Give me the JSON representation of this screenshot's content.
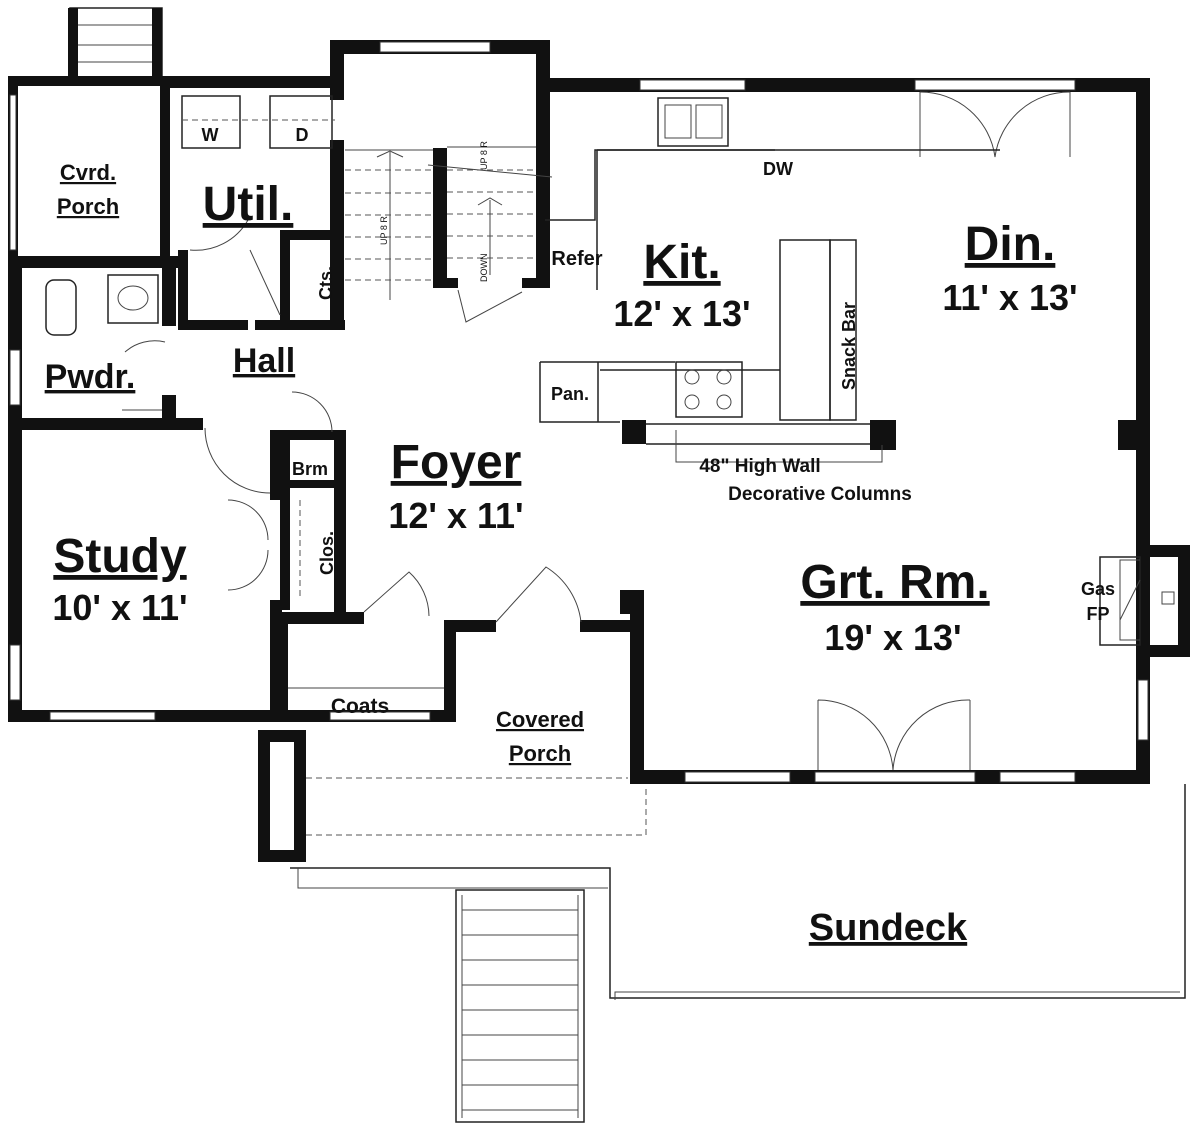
{
  "rooms": {
    "cvrd_porch": {
      "line1": "Cvrd.",
      "line2": "Porch"
    },
    "util": {
      "name": "Util."
    },
    "washer": "W",
    "dryer": "D",
    "pwdr": {
      "name": "Pwdr."
    },
    "hall": {
      "name": "Hall"
    },
    "cts": "Cts.",
    "study": {
      "name": "Study",
      "size": "10' x 11'"
    },
    "brm": "Brm",
    "clos": "Clos.",
    "foyer": {
      "name": "Foyer",
      "size": "12' x 11'"
    },
    "coats": "Coats",
    "covered_porch": {
      "line1": "Covered",
      "line2": "Porch"
    },
    "kit": {
      "name": "Kit.",
      "size": "12' x 13'"
    },
    "refer": "Refer",
    "dw": "DW",
    "pan": "Pan.",
    "snack_bar": "Snack Bar",
    "din": {
      "name": "Din.",
      "size": "11' x 13'"
    },
    "grt_rm": {
      "name": "Grt. Rm.",
      "size": "19' x 13'"
    },
    "gas_fp": {
      "line1": "Gas",
      "line2": "FP"
    },
    "sundeck": {
      "name": "Sundeck"
    }
  },
  "notes": {
    "wall_line1": "48\" High Wall",
    "wall_line2": "Decorative Columns"
  },
  "stairs": {
    "up_left": "UP 8 R",
    "up_right": "UP 8 R",
    "down": "DOWN"
  }
}
